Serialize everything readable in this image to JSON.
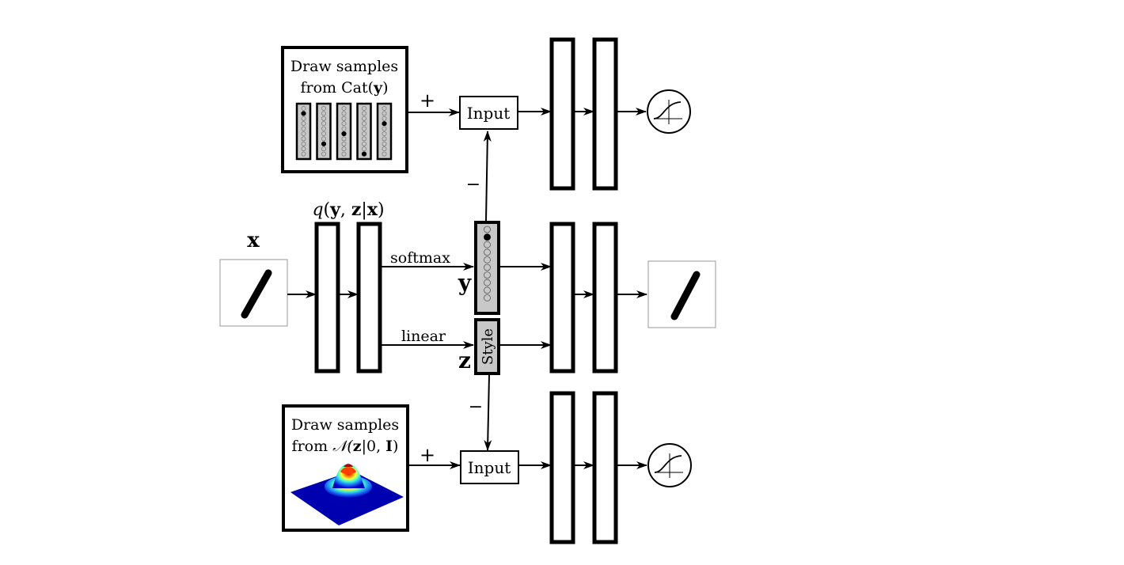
{
  "diagram": {
    "type": "architecture-diagram",
    "input_label": "x",
    "encoder_label": "q(y, z|x)",
    "softmax_label": "softmax",
    "linear_label": "linear",
    "y_label": "y",
    "z_label": "z",
    "style_label": "Style",
    "top_sampler": {
      "line1": "Draw samples",
      "line2_prefix": "from Cat(",
      "line2_var": "y",
      "line2_suffix": ")",
      "onehot_positions": [
        2,
        8,
        6,
        10,
        4
      ]
    },
    "bottom_sampler": {
      "line1": "Draw samples",
      "line2_prefix": "from ",
      "line2_math": "𝒩(",
      "line2_var": "z",
      "line2_mid": "|0, ",
      "line2_var2": "I",
      "line2_suffix": ")"
    },
    "plus_label": "+",
    "minus_label": "−",
    "input_box_label": "Input",
    "y_vector": {
      "length": 10,
      "active_index": 1
    }
  }
}
